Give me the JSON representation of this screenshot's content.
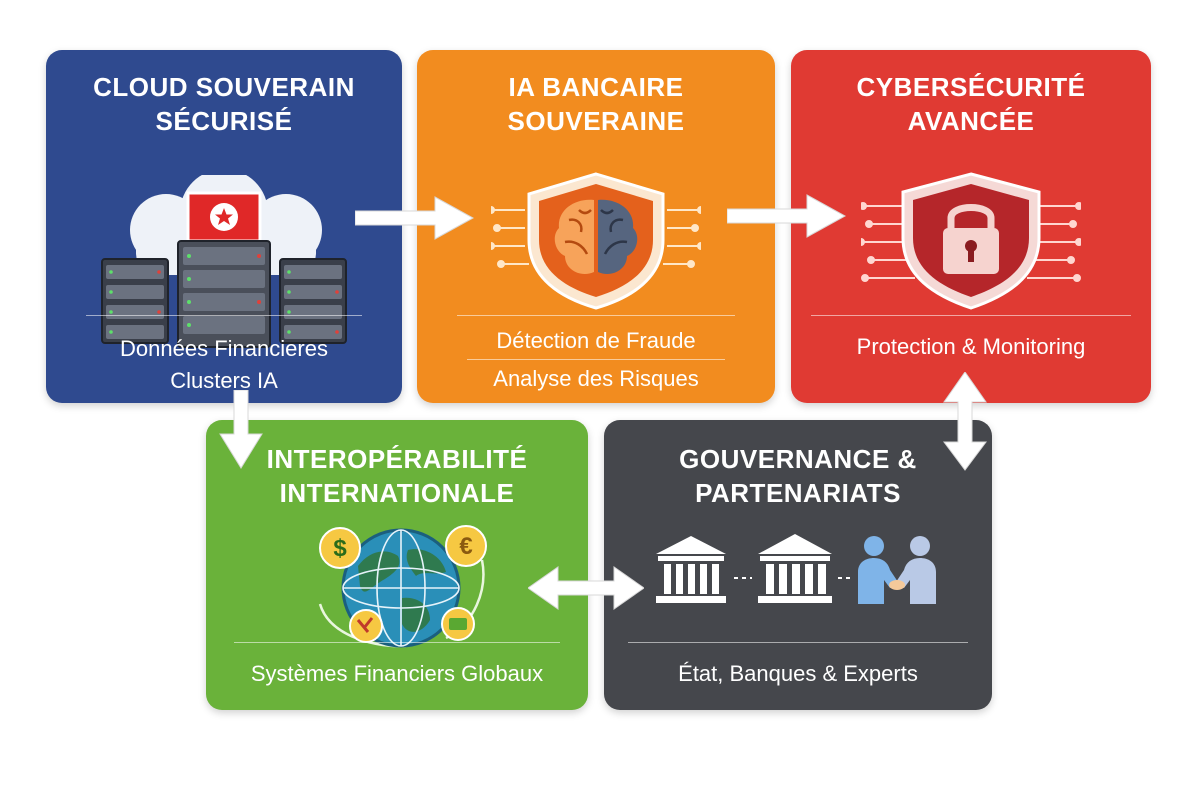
{
  "colors": {
    "cloud": "#2f4a8f",
    "ia": "#f28c1f",
    "cyber": "#e03a33",
    "interop": "#6ab23a",
    "gov": "#45474c"
  },
  "cards": {
    "cloud": {
      "title_lines": [
        "Cloud Souverain",
        "Sécurisé"
      ],
      "sub_lines": [
        "Données Financieres",
        "Clusters IA"
      ],
      "icon": "cloud-server-icon"
    },
    "ia": {
      "title_lines": [
        "IA Bancaire",
        "Souveraine"
      ],
      "sub_lines": [
        "Détection de Fraude",
        "Analyse des Risques"
      ],
      "icon": "brain-shield-icon"
    },
    "cyber": {
      "title_lines": [
        "Cybersécurité",
        "Avancée"
      ],
      "sub_lines": [
        "Protection & Monitoring"
      ],
      "icon": "lock-shield-icon"
    },
    "interop": {
      "title_lines": [
        "Interopérabilité",
        "Internationale"
      ],
      "sub_lines": [
        "Systèmes Financiers Globaux"
      ],
      "icon": "globe-currency-icon",
      "currency_symbols": [
        "$",
        "€"
      ]
    },
    "gov": {
      "title_lines": [
        "Gouvernance & ",
        "Partenariats"
      ],
      "sub_lines": [
        "État, Banques & Experts"
      ],
      "icon": "institutions-handshake-icon"
    }
  }
}
